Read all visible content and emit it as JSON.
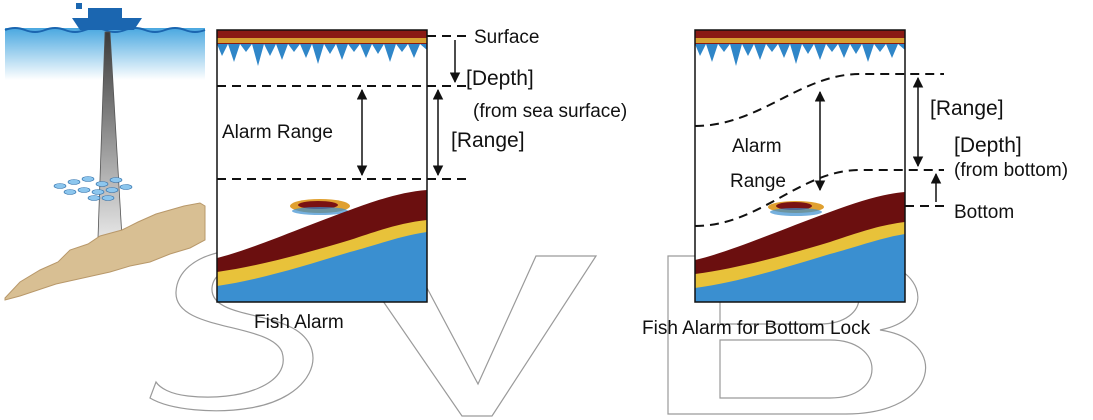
{
  "left_panel": {
    "labels": {
      "surface": "Surface",
      "depth": "[Depth]",
      "depth_note": "(from sea surface)",
      "alarm_range": "Alarm Range",
      "range": "[Range]"
    },
    "caption": "Fish Alarm"
  },
  "right_panel": {
    "labels": {
      "range": "[Range]",
      "depth": "[Depth]",
      "depth_note": "(from bottom)",
      "alarm_range_line1": "Alarm",
      "alarm_range_line2": "Range",
      "bottom": "Bottom"
    },
    "caption": "Fish Alarm for Bottom Lock"
  },
  "watermark": "SVB",
  "colors": {
    "sea": "#5ab4e6",
    "boat": "#1b66b0",
    "seabed": "#d8bf93",
    "echo_bottom": "#6b0f0f",
    "echo_band": "#e8c23a",
    "echo_spots": "#3a8fd0"
  }
}
